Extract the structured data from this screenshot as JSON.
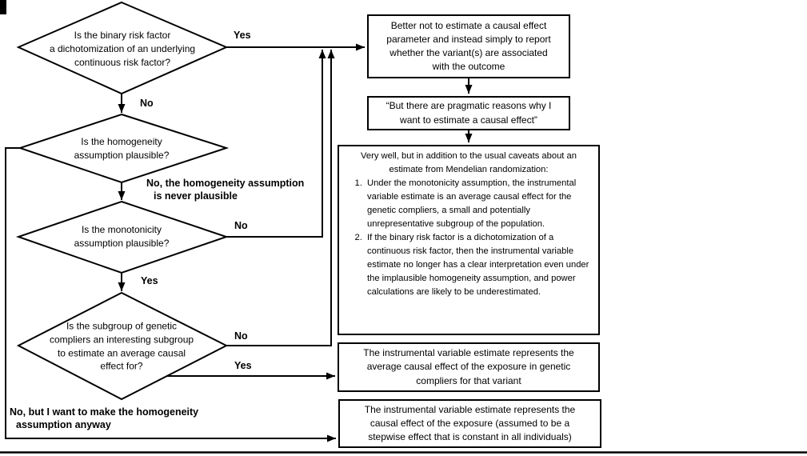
{
  "diamonds": [
    {
      "text": "Is the binary risk factor\na dichotomization of an underlying\ncontinuous risk factor?"
    },
    {
      "text": "Is the homogeneity\nassumption plausible?"
    },
    {
      "text": "Is the monotonicity\nassumption plausible?"
    },
    {
      "text": "Is the subgroup of genetic\ncompliers an interesting subgroup\nto estimate an average causal\neffect for?"
    }
  ],
  "labels": {
    "yes_dichotomization": "Yes",
    "no_dichotomization": "No",
    "no_homogeneity": "No, the homogeneity assumption\nis never plausible",
    "no_monotonicity": "No",
    "yes_monotonicity": "Yes",
    "no_subgroup": "No",
    "yes_subgroup": "Yes",
    "no_but_homogeneity": "No, but I want to make the homogeneity\nassumption anyway"
  },
  "boxes": {
    "report_association": "Better not to estimate a causal effect\nparameter and instead simply to report\nwhether the variant(s) are associated\nwith the outcome",
    "pragmatic_reasons": "“But there are pragmatic reasons why I\nwant to estimate a causal effect”",
    "caveats_intro": "Very well, but in addition to the usual caveats about an estimate from Mendelian randomization:",
    "caveats_items": [
      "Under the monotonicity assumption, the instrumental variable estimate is an average causal effect for the genetic compliers, a small and potentially unrepresentative subgroup of the population.",
      "If the binary risk factor is a dichotomization of a continuous risk factor, then the instrumental variable estimate no longer has a clear interpretation even under the implausible homogeneity assumption, and power calculations are likely to be underestimated."
    ],
    "compliers_estimate": "The instrumental variable estimate represents the\naverage causal effect of the exposure in genetic\ncompliers for that variant",
    "stepwise_estimate": "The instrumental variable estimate represents the\ncausal effect of the exposure (assumed to be a\nstepwise effect that is constant in all individuals)"
  },
  "colors": {
    "line": "#000000",
    "background": "#ffffff"
  }
}
